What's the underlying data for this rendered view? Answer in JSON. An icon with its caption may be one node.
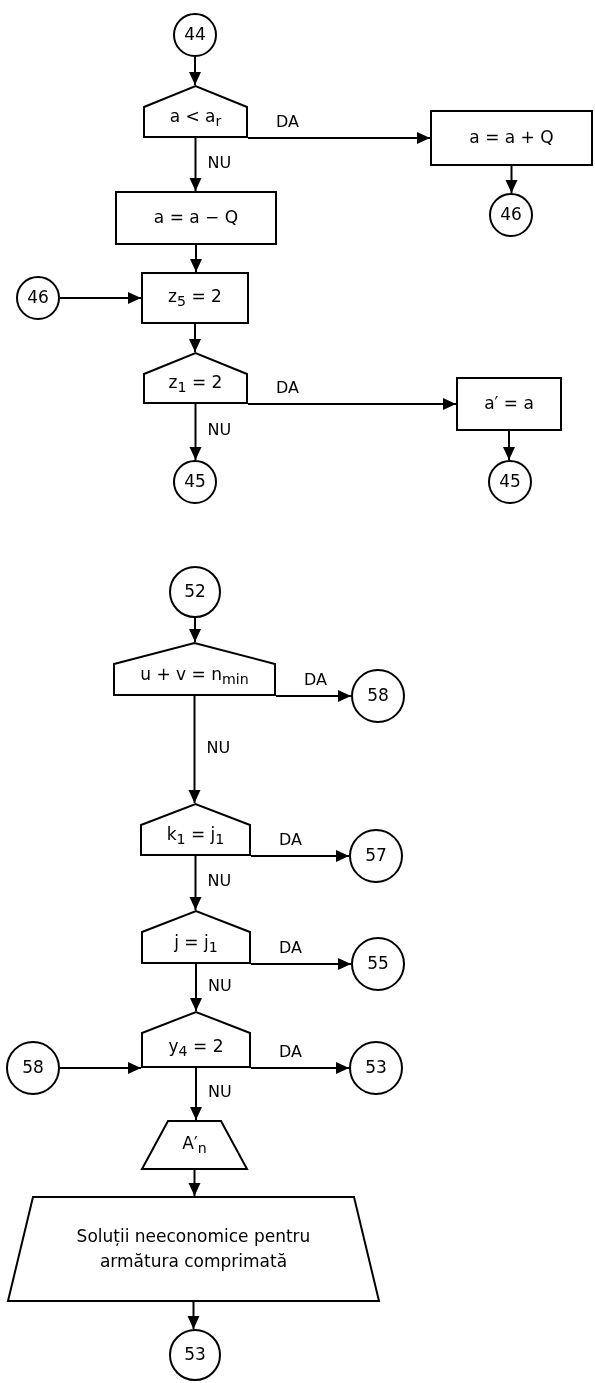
{
  "diagram": {
    "nodes": [
      {
        "text": [
          "44"
        ]
      },
      {
        "text": [
          "a < a$_{r}$"
        ]
      },
      {
        "text": [
          "a = a + Q"
        ]
      },
      {
        "text": [
          "46"
        ]
      },
      {
        "text": [
          "a = a − Q"
        ]
      },
      {
        "text": [
          "46"
        ]
      },
      {
        "text": [
          "z$_{5}$ = 2"
        ]
      },
      {
        "text": [
          "z$_{1}$ = 2"
        ]
      },
      {
        "text": [
          "a′ = a"
        ]
      },
      {
        "text": [
          "45"
        ]
      },
      {
        "text": [
          "45"
        ]
      },
      {
        "text": [
          "52"
        ]
      },
      {
        "text": [
          "u + v = n$_{min}$"
        ]
      },
      {
        "text": [
          "58"
        ]
      },
      {
        "text": [
          "k$_{1}$ = j$_{1}$"
        ]
      },
      {
        "text": [
          "57"
        ]
      },
      {
        "text": [
          "j = j$_{1}$"
        ]
      },
      {
        "text": [
          "55"
        ]
      },
      {
        "text": [
          "58"
        ]
      },
      {
        "text": [
          "y$_{4}$ = 2"
        ]
      },
      {
        "text": [
          "53"
        ]
      },
      {
        "text": [
          "A′$_{n}$"
        ]
      },
      {
        "text": [
          "Soluții neeconomice pentru armătura comprimată"
        ]
      },
      {
        "text": [
          "53"
        ]
      }
    ],
    "edges": [
      {
        "from": 0,
        "to": 1,
        "arrow": "to"
      },
      {
        "from": 1,
        "to": 2,
        "arrow": "to",
        "label": "DA"
      },
      {
        "from": 1,
        "to": 4,
        "arrow": "to",
        "label": "NU"
      },
      {
        "from": 2,
        "to": 3,
        "arrow": "to"
      },
      {
        "from": 4,
        "to": 6,
        "arrow": "to"
      },
      {
        "from": 5,
        "to": 6,
        "arrow": "to"
      },
      {
        "from": 6,
        "to": 7,
        "arrow": "to"
      },
      {
        "from": 7,
        "to": 8,
        "arrow": "to",
        "label": "DA"
      },
      {
        "from": 7,
        "to": 9,
        "arrow": "to",
        "label": "NU"
      },
      {
        "from": 8,
        "to": 10,
        "arrow": "to"
      },
      {
        "from": 11,
        "to": 12,
        "arrow": "to"
      },
      {
        "from": 12,
        "to": 13,
        "arrow": "to",
        "label": "DA"
      },
      {
        "from": 12,
        "to": 14,
        "arrow": "to",
        "label": "NU"
      },
      {
        "from": 14,
        "to": 15,
        "arrow": "to",
        "label": "DA"
      },
      {
        "from": 14,
        "to": 16,
        "arrow": "to",
        "label": "NU"
      },
      {
        "from": 16,
        "to": 17,
        "arrow": "to",
        "label": "DA"
      },
      {
        "from": 16,
        "to": 19,
        "arrow": "to",
        "label": "NU"
      },
      {
        "from": 18,
        "to": 19,
        "arrow": "to"
      },
      {
        "from": 19,
        "to": 20,
        "arrow": "to",
        "label": "DA"
      },
      {
        "from": 19,
        "to": 21,
        "arrow": "to",
        "label": "NU"
      },
      {
        "from": 21,
        "to": 22,
        "arrow": "to"
      },
      {
        "from": 22,
        "to": 23,
        "arrow": "to"
      }
    ]
  }
}
